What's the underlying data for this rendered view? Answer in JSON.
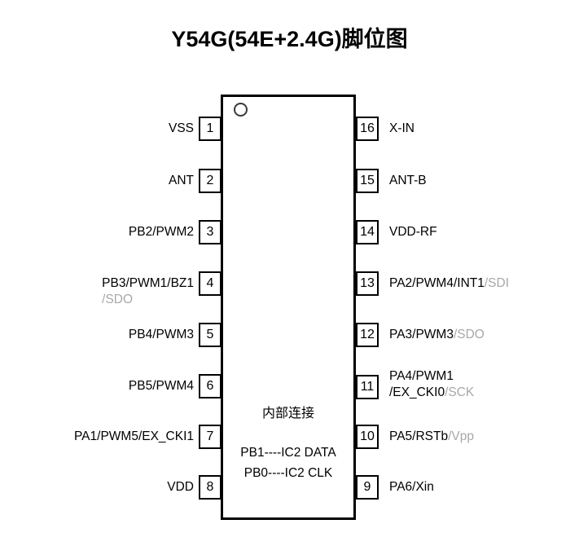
{
  "title": "Y54G(54E+2.4G)脚位图",
  "diagram": {
    "package_marker": "pin1-dot",
    "colors": {
      "outline": "#000000",
      "text": "#000000",
      "alt_function_text": "#a8a8a8",
      "background": "#ffffff"
    },
    "left_pins": [
      {
        "number": "1",
        "primary": "VSS",
        "alt": "",
        "line2": "",
        "line2_alt": ""
      },
      {
        "number": "2",
        "primary": "ANT",
        "alt": "",
        "line2": "",
        "line2_alt": ""
      },
      {
        "number": "3",
        "primary": "PB2/PWM2",
        "alt": "",
        "line2": "",
        "line2_alt": ""
      },
      {
        "number": "4",
        "primary": "PB3/PWM1/BZ1",
        "alt": "",
        "line2": "",
        "line2_alt": "/SDO"
      },
      {
        "number": "5",
        "primary": "PB4/PWM3",
        "alt": "",
        "line2": "",
        "line2_alt": ""
      },
      {
        "number": "6",
        "primary": "PB5/PWM4",
        "alt": "",
        "line2": "",
        "line2_alt": ""
      },
      {
        "number": "7",
        "primary": "PA1/PWM5/EX_CKI1",
        "alt": "",
        "line2": "",
        "line2_alt": ""
      },
      {
        "number": "8",
        "primary": "VDD",
        "alt": "",
        "line2": "",
        "line2_alt": ""
      }
    ],
    "right_pins": [
      {
        "number": "16",
        "primary": "X-IN",
        "alt": "",
        "line2": "",
        "line2_alt": ""
      },
      {
        "number": "15",
        "primary": "ANT-B",
        "alt": "",
        "line2": "",
        "line2_alt": ""
      },
      {
        "number": "14",
        "primary": "VDD-RF",
        "alt": "",
        "line2": "",
        "line2_alt": ""
      },
      {
        "number": "13",
        "primary": "PA2/PWM4/INT1",
        "alt": "/SDI",
        "line2": "",
        "line2_alt": ""
      },
      {
        "number": "12",
        "primary": "PA3/PWM3",
        "alt": "/SDO",
        "line2": "",
        "line2_alt": ""
      },
      {
        "number": "11",
        "primary": "PA4/PWM1",
        "alt": "",
        "line2": "/EX_CKI0",
        "line2_alt": "/SCK"
      },
      {
        "number": "10",
        "primary": "PA5/RSTb",
        "alt": "/Vpp",
        "line2": "",
        "line2_alt": ""
      },
      {
        "number": "9",
        "primary": "PA6/Xin",
        "alt": "",
        "line2": "",
        "line2_alt": ""
      }
    ],
    "internal": {
      "heading": "内部连接",
      "nets": [
        "PB1----IC2 DATA",
        "PB0----IC2 CLK"
      ]
    }
  }
}
